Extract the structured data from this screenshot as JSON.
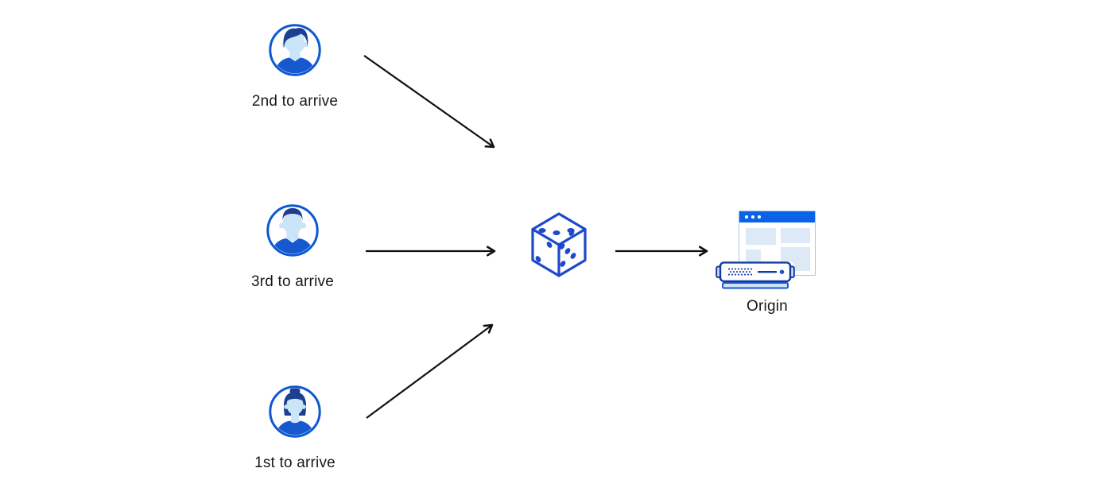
{
  "diagram": {
    "clients": [
      {
        "label": "2nd to arrive",
        "icon": "male-swept-hair-avatar-icon"
      },
      {
        "label": "3rd to arrive",
        "icon": "male-short-hair-avatar-icon"
      },
      {
        "label": "1st to arrive",
        "icon": "female-bun-avatar-icon"
      }
    ],
    "randomizer": {
      "icon": "dice-icon",
      "visible_pips": {
        "top_face": 3,
        "left_face": 2,
        "right_face": 5
      }
    },
    "origin": {
      "label": "Origin",
      "icon": "origin-server-browser-icon"
    },
    "arrows": [
      {
        "from": "client-2nd-to-arrive",
        "to": "dice"
      },
      {
        "from": "client-3rd-to-arrive",
        "to": "dice"
      },
      {
        "from": "client-1st-to-arrive",
        "to": "dice"
      },
      {
        "from": "dice",
        "to": "origin"
      }
    ],
    "colors": {
      "avatar_ring_blue": "#0b58d2",
      "avatar_hair_navy": "#1c3f92",
      "avatar_skin_light_blue": "#c9e5f7",
      "avatar_shirt_blue": "#1659cf",
      "dice_blue": "#1d49cc",
      "browser_titlebar_blue": "#0a62e6",
      "panel_light_blue": "#dde9f4",
      "server_outline_navy": "#133a9e",
      "server_base_light_blue": "#cfe4f7",
      "arrow_black": "#111111",
      "label_text": "#18181a"
    }
  }
}
